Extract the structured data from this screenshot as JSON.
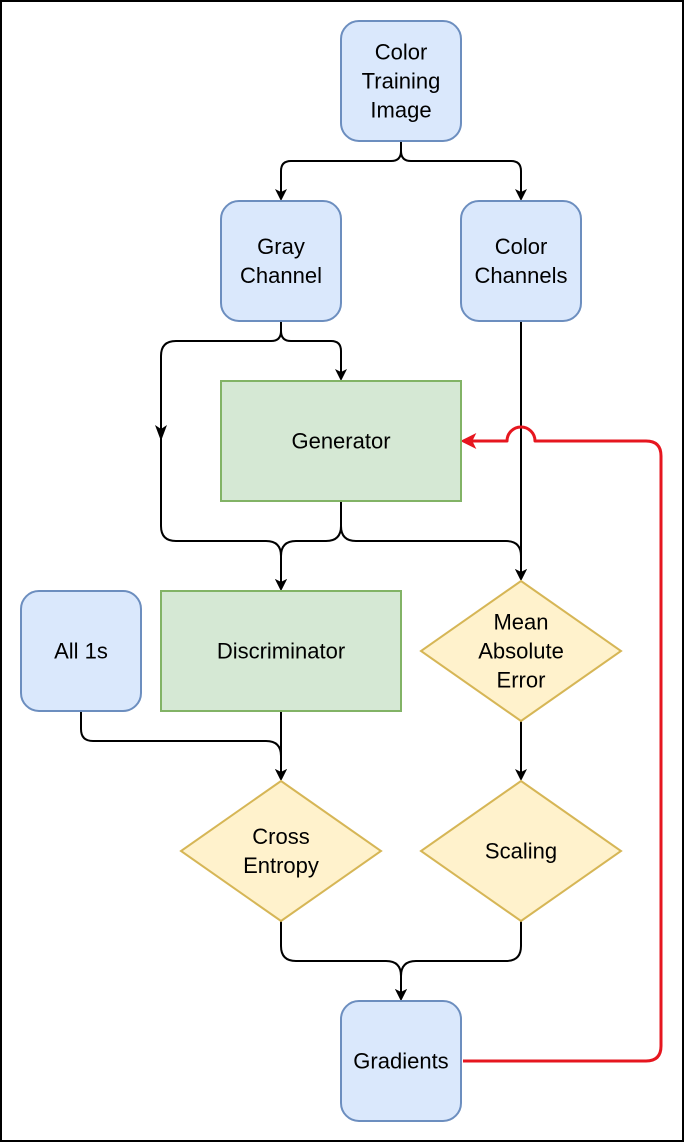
{
  "colors": {
    "blue_fill": "#dae8fc",
    "blue_stroke": "#6c8ebf",
    "green_fill": "#d5e8d4",
    "green_stroke": "#82b366",
    "yellow_fill": "#fff2cc",
    "yellow_stroke": "#d6b656",
    "edge": "#000000",
    "feedback_edge": "#e6161f"
  },
  "nodes": {
    "color_training_image": {
      "shape": "rounded-rect",
      "lines": [
        "Color",
        "Training",
        "Image"
      ]
    },
    "gray_channel": {
      "shape": "rounded-rect",
      "lines": [
        "Gray",
        "Channel"
      ]
    },
    "color_channels": {
      "shape": "rounded-rect",
      "lines": [
        "Color",
        "Channels"
      ]
    },
    "generator": {
      "shape": "rect",
      "lines": [
        "Generator"
      ]
    },
    "all_1s": {
      "shape": "rounded-rect",
      "lines": [
        "All 1s"
      ]
    },
    "discriminator": {
      "shape": "rect",
      "lines": [
        "Discriminator"
      ]
    },
    "mean_absolute_error": {
      "shape": "diamond",
      "lines": [
        "Mean",
        "Absolute",
        "Error"
      ]
    },
    "cross_entropy": {
      "shape": "diamond",
      "lines": [
        "Cross",
        "Entropy"
      ]
    },
    "scaling": {
      "shape": "diamond",
      "lines": [
        "Scaling"
      ]
    },
    "gradients": {
      "shape": "rounded-rect",
      "lines": [
        "Gradients"
      ]
    }
  },
  "edges": [
    {
      "from": "color_training_image",
      "to": "gray_channel"
    },
    {
      "from": "color_training_image",
      "to": "color_channels"
    },
    {
      "from": "gray_channel",
      "to": "generator"
    },
    {
      "from": "gray_channel",
      "to": "discriminator"
    },
    {
      "from": "color_channels",
      "to": "mean_absolute_error"
    },
    {
      "from": "generator",
      "to": "discriminator"
    },
    {
      "from": "generator",
      "to": "mean_absolute_error"
    },
    {
      "from": "discriminator",
      "to": "cross_entropy"
    },
    {
      "from": "all_1s",
      "to": "cross_entropy"
    },
    {
      "from": "mean_absolute_error",
      "to": "scaling"
    },
    {
      "from": "cross_entropy",
      "to": "gradients"
    },
    {
      "from": "scaling",
      "to": "gradients"
    },
    {
      "from": "gradients",
      "to": "generator",
      "style": "feedback"
    }
  ]
}
